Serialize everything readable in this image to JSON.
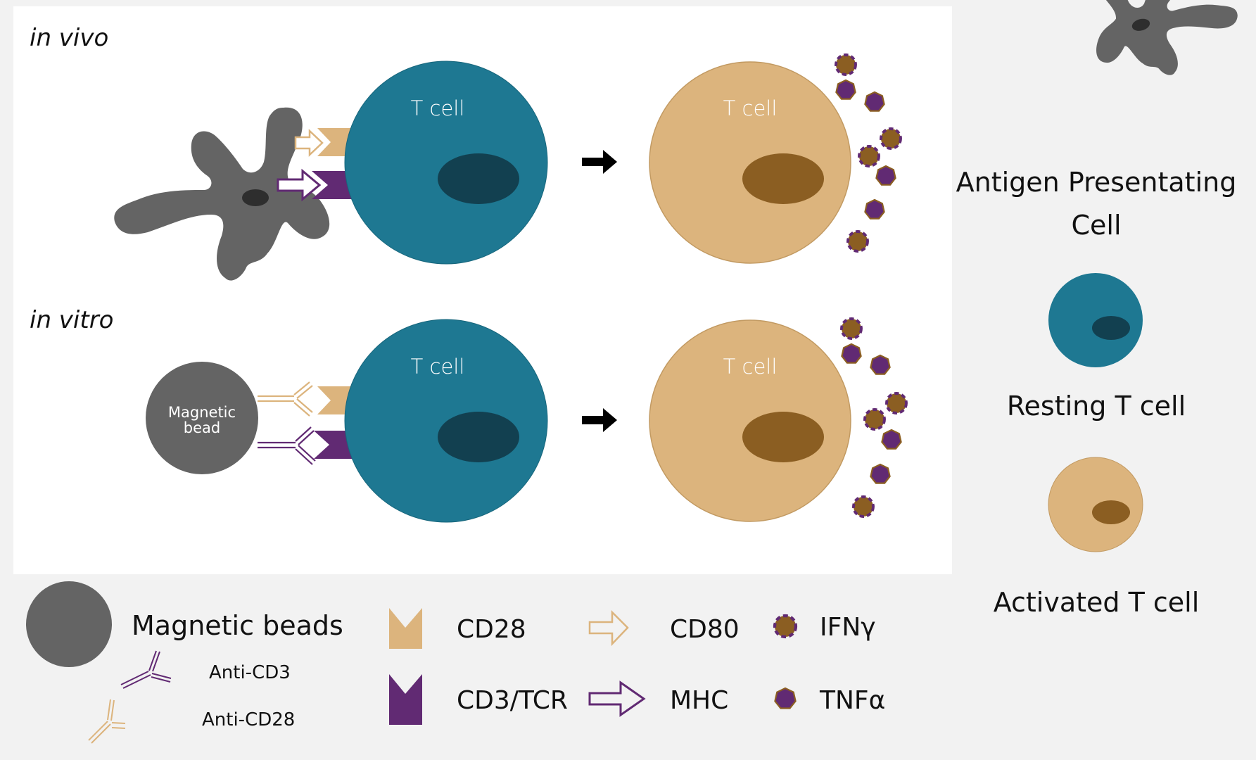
{
  "panel": {
    "in_vivo_label": "in vivo",
    "in_vitro_label": "in vitro",
    "t_cell_label": "T cell",
    "bead_label_line1": "Magnetic",
    "bead_label_line2": "bead"
  },
  "legend_right": {
    "apc_line1": "Antigen Presentating",
    "apc_line2": "Cell",
    "resting": "Resting T cell",
    "activated": "Activated T cell"
  },
  "legend_bottom": {
    "magnetic_beads": "Magnetic beads",
    "anti_cd3": "Anti-CD3",
    "anti_cd28": "Anti-CD28",
    "cd28": "CD28",
    "cd3_tcr": "CD3/TCR",
    "cd80": "CD80",
    "mhc": "MHC",
    "ifn": "IFNγ",
    "tnf": "TNFα"
  },
  "colors": {
    "background": "#f2f2f2",
    "panel": "#ffffff",
    "apc_gray": "#646464",
    "apc_nucleus": "#2e2e2e",
    "resting_cell": "#1e7892",
    "resting_nucleus": "#124050",
    "activated_cell": "#dcb47d",
    "activated_nucleus": "#8b5e22",
    "cd28_tan": "#dcb47d",
    "cd3_purple": "#612a73",
    "arrow_black": "#000000"
  }
}
